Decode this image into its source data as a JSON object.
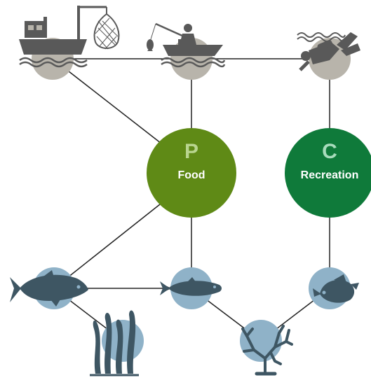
{
  "colors": {
    "background": "#ffffff",
    "edge": "#222222",
    "human_circle": "#b8b4ab",
    "silhouette_human": "#595959",
    "marine_circle": "#8fb2c8",
    "silhouette_marine": "#3e5663",
    "hub_food": "#5f8a16",
    "hub_food_letter": "#b9d58f",
    "hub_recreation": "#0f7a3a",
    "hub_recreation_letter": "#a8dcbc",
    "hub_label": "#ffffff"
  },
  "hubs": [
    {
      "id": "food",
      "letter": "P",
      "label": "Food",
      "color_key": "hub_food"
    },
    {
      "id": "recreation",
      "letter": "C",
      "label": "Recreation",
      "color_key": "hub_recreation"
    }
  ],
  "nodes": {
    "human_activities": [
      {
        "id": "commercial-trawler",
        "icon": "fishing-trawler-icon"
      },
      {
        "id": "recreational-angler",
        "icon": "angler-boat-icon"
      },
      {
        "id": "scuba-diver",
        "icon": "scuba-diver-icon"
      }
    ],
    "marine_life": [
      {
        "id": "tuna",
        "icon": "tuna-icon"
      },
      {
        "id": "small-fish",
        "icon": "small-fish-icon"
      },
      {
        "id": "reef-fish",
        "icon": "reef-fish-icon"
      },
      {
        "id": "kelp",
        "icon": "kelp-icon"
      },
      {
        "id": "coral",
        "icon": "coral-icon"
      }
    ]
  },
  "edges": [
    [
      "commercial-trawler",
      "scuba-diver"
    ],
    [
      "commercial-trawler",
      "food"
    ],
    [
      "recreational-angler",
      "food"
    ],
    [
      "scuba-diver",
      "recreation"
    ],
    [
      "food",
      "tuna"
    ],
    [
      "food",
      "small-fish"
    ],
    [
      "recreation",
      "reef-fish"
    ],
    [
      "tuna",
      "small-fish"
    ],
    [
      "tuna",
      "kelp"
    ],
    [
      "small-fish",
      "coral"
    ],
    [
      "reef-fish",
      "coral"
    ]
  ]
}
